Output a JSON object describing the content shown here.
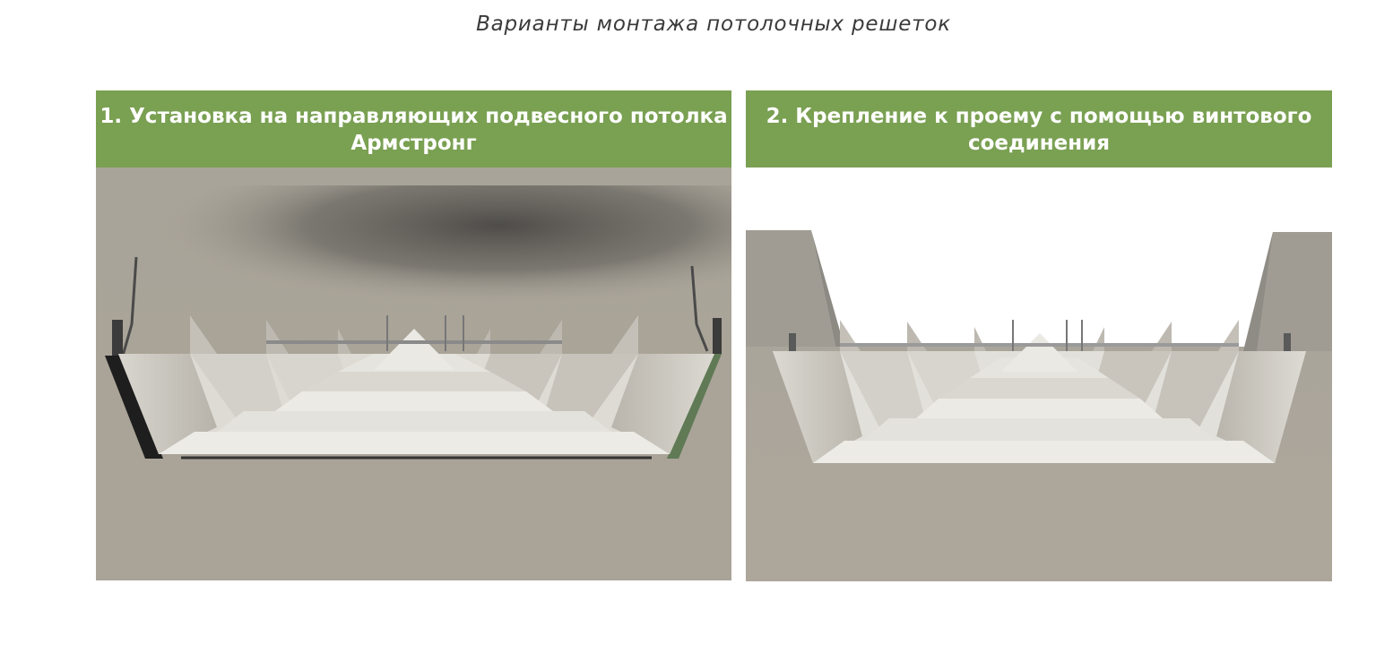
{
  "page": {
    "title": "Варианты монтажа потолочных решеток"
  },
  "panels": [
    {
      "caption": "1. Установка на направляющих подвесного потолка Армстронг"
    },
    {
      "caption": "2. Крепление к проему с помощью винтового соединения"
    }
  ],
  "colors": {
    "header_green": "#7aa052",
    "ceiling_gray": "#aba59c",
    "grille_white": "#e8e6e0"
  },
  "icons": [
    "armstrong-mount-illustration",
    "screw-mount-illustration"
  ]
}
